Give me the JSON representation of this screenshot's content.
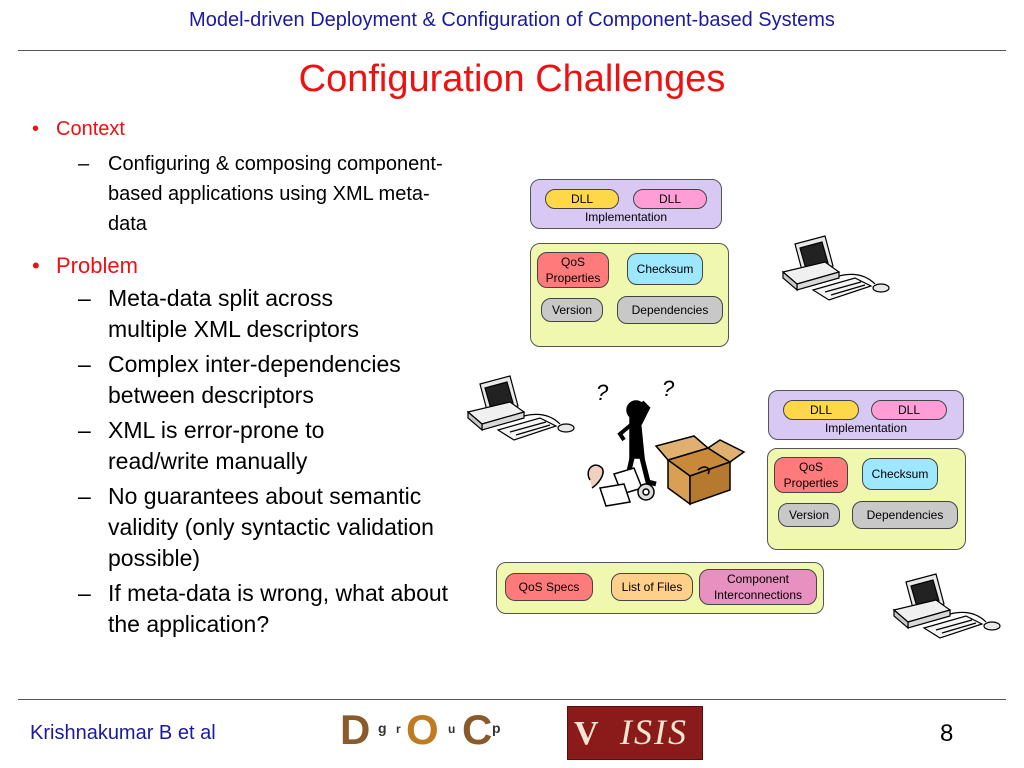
{
  "header": "Model-driven Deployment & Configuration of Component-based Systems",
  "title": "Configuration Challenges",
  "bullets": {
    "context_label": "Context",
    "context_items": [
      "Configuring & composing component-based applications using XML meta-data"
    ],
    "problem_label": "Problem",
    "problem_items": [
      "Meta-data split across multiple XML descriptors",
      "Complex inter-dependencies between descriptors",
      "XML is error-prone to read/write manually",
      "No guarantees about semantic validity (only syntactic validation possible)",
      "If meta-data is wrong, what about the application?"
    ]
  },
  "diagram": {
    "dll": "DLL",
    "implementation": "Implementation",
    "qos_properties": "QoS Properties",
    "checksum": "Checksum",
    "version": "Version",
    "dependencies": "Dependencies",
    "qos_specs": "QoS Specs",
    "list_of_files": "List of Files",
    "component_interconnections": "Component Interconnections",
    "question_mark": "?"
  },
  "footer": {
    "author": "Krishnakumar B et al",
    "page": "8",
    "doc_logo_letters": [
      "D",
      "g",
      "r",
      "O",
      "u",
      "C",
      "p"
    ],
    "isis_logo": "ISIS"
  },
  "colors": {
    "header_blue": "#1a1aa0",
    "title_red": "#ee1111",
    "impl_purple": "#d8c8f4",
    "panel_green": "#f0f8b0",
    "dll_yellow": "#ffd84a",
    "dll_pink": "#ff9ed6",
    "qos_red": "#ff7b7b",
    "checksum_cyan": "#9ee8ff",
    "gray_pill": "#c8c8c8",
    "files_orange": "#ffd08a",
    "interconnect_pink": "#e890c0",
    "isis_maroon": "#8b1a1a"
  }
}
